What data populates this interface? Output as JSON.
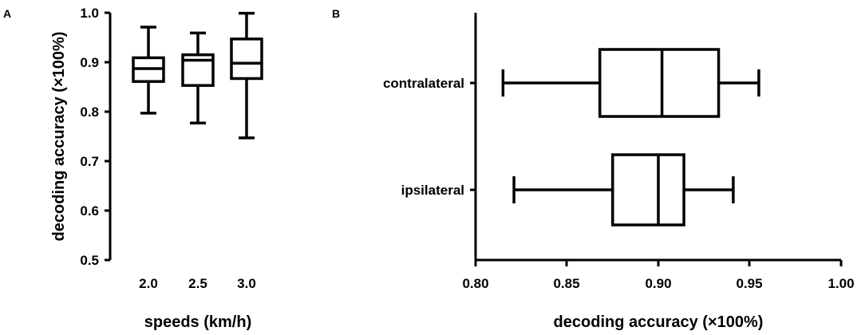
{
  "chart_data": [
    {
      "type": "box",
      "panel_label": "A",
      "orientation": "vertical",
      "categories": [
        "2.0",
        "2.5",
        "3.0"
      ],
      "boxes": [
        {
          "min": 0.797,
          "q1": 0.861,
          "median": 0.887,
          "q3": 0.909,
          "max": 0.971
        },
        {
          "min": 0.777,
          "q1": 0.853,
          "median": 0.904,
          "q3": 0.915,
          "max": 0.959
        },
        {
          "min": 0.747,
          "q1": 0.867,
          "median": 0.898,
          "q3": 0.947,
          "max": 0.999
        }
      ],
      "xlabel": "speeds (km/h)",
      "ylabel": "decoding accuracy (×100%)",
      "ylim": [
        0.5,
        1.0
      ],
      "yticks": [
        "0.5",
        "0.6",
        "0.7",
        "0.8",
        "0.9",
        "1.0"
      ],
      "grid": false
    },
    {
      "type": "box",
      "panel_label": "B",
      "orientation": "horizontal",
      "categories": [
        "contralateral",
        "ipsilateral"
      ],
      "boxes": [
        {
          "min": 0.815,
          "q1": 0.868,
          "median": 0.902,
          "q3": 0.933,
          "max": 0.955
        },
        {
          "min": 0.821,
          "q1": 0.875,
          "median": 0.9,
          "q3": 0.914,
          "max": 0.941
        }
      ],
      "xlabel": "decoding accuracy (×100%)",
      "ylabel": "",
      "xlim": [
        0.8,
        1.0
      ],
      "xticks": [
        "0.80",
        "0.85",
        "0.90",
        "0.95",
        "1.00"
      ],
      "grid": false
    }
  ]
}
